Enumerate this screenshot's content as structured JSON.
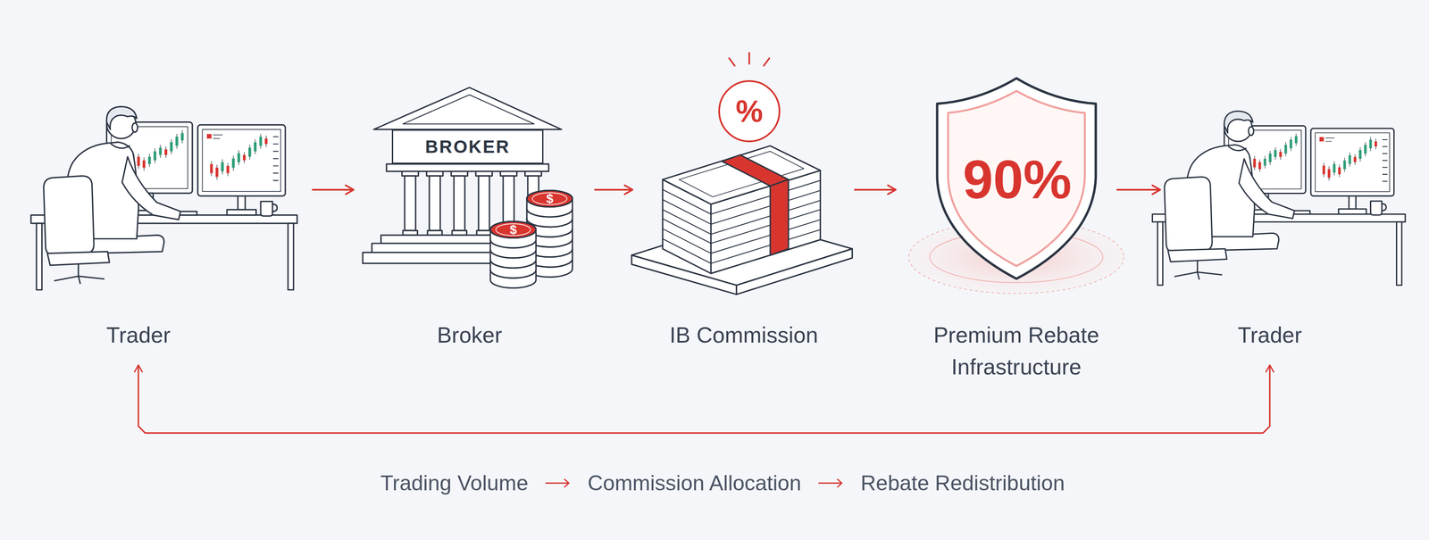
{
  "diagram": {
    "nodes": [
      {
        "text": [
          "Trader"
        ]
      },
      {
        "text": [
          "Broker"
        ]
      },
      {
        "text": [
          "BROKER"
        ],
        "in": 1
      },
      {
        "text": [
          "IB Commission"
        ]
      },
      {
        "text": [
          "%"
        ],
        "in": 3
      },
      {
        "text": [
          "Premium Rebate Infrastructure"
        ]
      },
      {
        "text": [
          "90%"
        ],
        "in": 5
      },
      {
        "text": [
          "Trader"
        ]
      }
    ],
    "edges": [
      {
        "from": 0,
        "to": 1,
        "arrow": "to"
      },
      {
        "from": 1,
        "to": 3,
        "arrow": "to"
      },
      {
        "from": 3,
        "to": 5,
        "arrow": "to"
      },
      {
        "from": 5,
        "to": 7,
        "arrow": "to"
      },
      {
        "from": 0,
        "to": 7,
        "arrow": "both"
      }
    ],
    "labels": [
      "$",
      "$",
      "Trading Volume",
      "Commission Allocation",
      "Rebate Redistribution"
    ]
  }
}
